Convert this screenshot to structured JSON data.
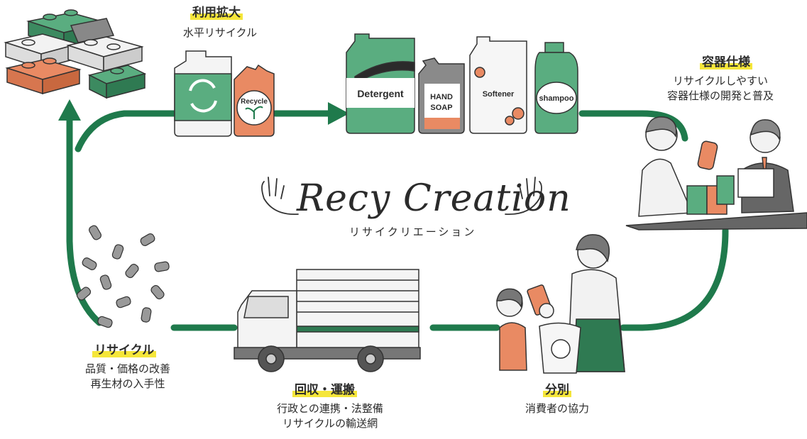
{
  "logo": {
    "title": "Recy Creation",
    "subtitle": "リサイクリエーション"
  },
  "steps": {
    "usage": {
      "heading": "利用拡大",
      "lines": [
        "水平リサイクル"
      ]
    },
    "container": {
      "heading": "容器仕様",
      "lines": [
        "リサイクルしやすい",
        "容器仕様の開発と普及"
      ]
    },
    "sorting": {
      "heading": "分別",
      "lines": [
        "消費者の協力"
      ]
    },
    "collection": {
      "heading": "回収・運搬",
      "lines": [
        "行政との連携・法整備",
        "リサイクルの輸送網"
      ]
    },
    "recycle": {
      "heading": "リサイクル",
      "lines": [
        "品質・価格の改善",
        "再生材の入手性"
      ]
    }
  },
  "products": {
    "pouch_label": "Recycle",
    "detergent": "Detergent",
    "handsoap_line1": "HAND",
    "handsoap_line2": "SOAP",
    "softener": "Softener",
    "shampoo": "shampoo"
  },
  "colors": {
    "green": "#1f7a4c",
    "light_green": "#5aad80",
    "orange": "#e98a63",
    "yellow": "#f5e63a",
    "gray": "#555555"
  }
}
